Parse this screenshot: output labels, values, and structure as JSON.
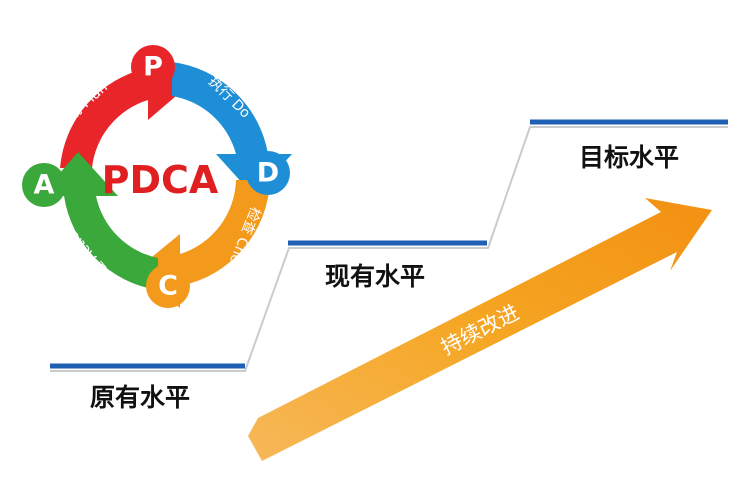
{
  "cycle": {
    "title": "PDCA",
    "segments": [
      {
        "letter": "P",
        "label": "计划 Plan",
        "color": "#e8262a"
      },
      {
        "letter": "D",
        "label": "执行 Do",
        "color": "#1e8fd6"
      },
      {
        "letter": "C",
        "label": "检查 Check",
        "color": "#f39a1c"
      },
      {
        "letter": "A",
        "label": "处理 Action",
        "color": "#3aa83a"
      }
    ]
  },
  "levels": {
    "original": "原有水平",
    "current": "现有水平",
    "target": "目标水平"
  },
  "improvement": {
    "label": "持续改进",
    "color": "#f5a623"
  },
  "colors": {
    "step_line": "#1f5fb4",
    "step_shadow": "#c9cbd0",
    "title": "#e02020"
  }
}
